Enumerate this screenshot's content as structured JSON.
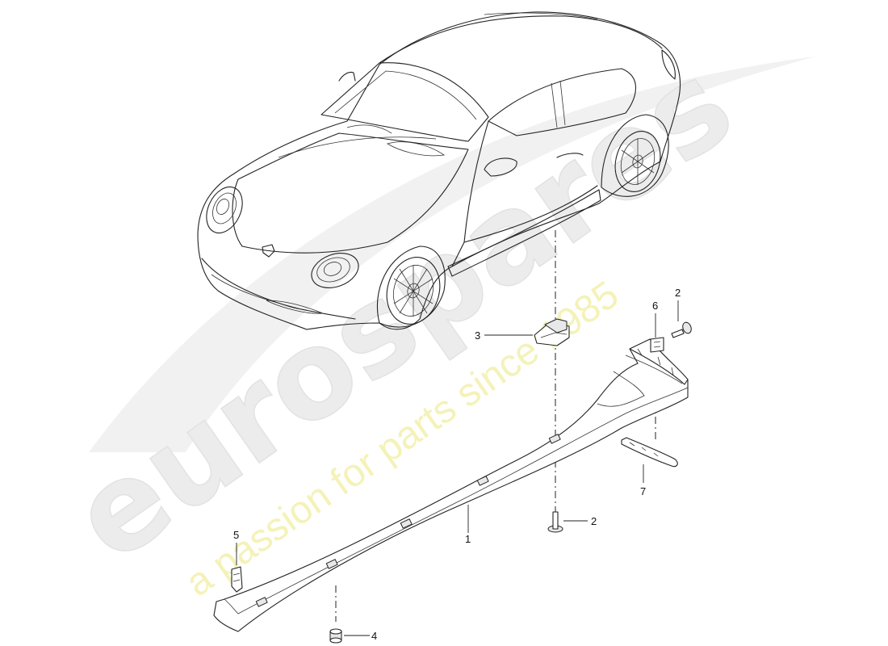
{
  "watermark": {
    "brand": "eurospares",
    "tagline": "a passion for parts since 1985"
  },
  "callouts": [
    {
      "id": "c1",
      "label": "1"
    },
    {
      "id": "c2a",
      "label": "2"
    },
    {
      "id": "c2b",
      "label": "2"
    },
    {
      "id": "c3",
      "label": "3"
    },
    {
      "id": "c4",
      "label": "4"
    },
    {
      "id": "c5",
      "label": "5"
    },
    {
      "id": "c6",
      "label": "6"
    },
    {
      "id": "c7",
      "label": "7"
    }
  ]
}
